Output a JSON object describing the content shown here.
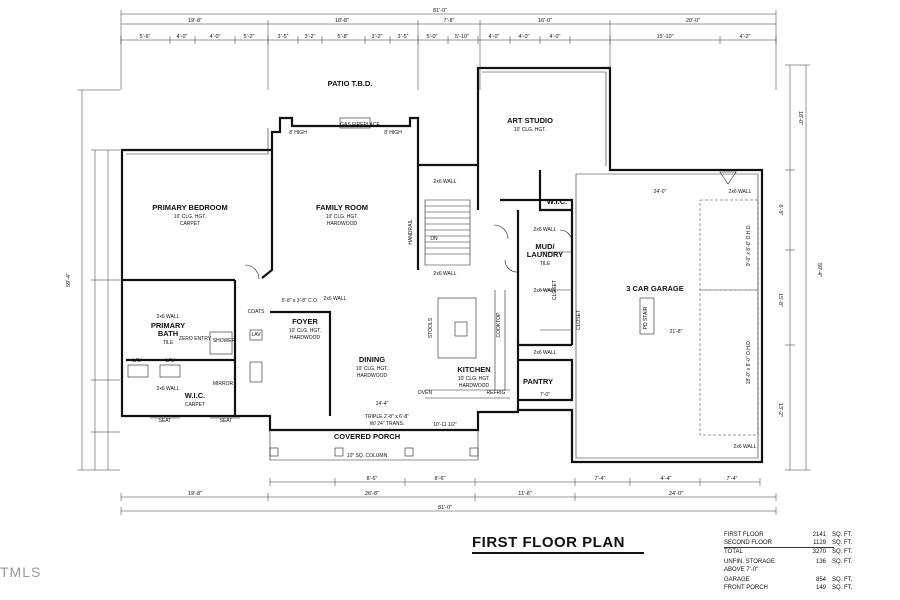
{
  "title": "FIRST FLOOR PLAN",
  "logo_text": "TMLS",
  "overall_dims": {
    "top": "81'-0\"",
    "bottom": "81'-0\"",
    "left": "59'-4\"",
    "right": "50'-4\""
  },
  "segment_dims": {
    "top_outer": [
      "19'-8\"",
      "18'-8\"",
      "7'-8\"",
      "16'-0\"",
      "20'-0\""
    ],
    "top_inner": [
      "5'-6\"",
      "4'-0\"",
      "4'-0\"",
      "5'-2\"",
      "3'-5\"",
      "3'-2\"",
      "5'-8\"",
      "3'-2\"",
      "3'-5\"",
      "5'-0\"",
      "5'-10\"",
      "4'-0\"",
      "4'-0\"",
      "4'-0\"",
      "15'-10\"",
      "4'-2\""
    ],
    "bottom_outer": [
      "19'-8\"",
      "26'-8\"",
      "11'-8\"",
      "24'-0\""
    ],
    "bottom_inner": [
      "8'-6\"",
      "8'-6\"",
      "7'-4\"",
      "4'-4\"",
      "7'-4\""
    ],
    "right": [
      "18'-0\"",
      "6'-9\"",
      "15'-8\"",
      "13'-2\""
    ]
  },
  "rooms": [
    {
      "name": "PATIO T.B.D.",
      "lines": []
    },
    {
      "name": "ART STUDIO",
      "lines": [
        "10' CLG. HGT."
      ]
    },
    {
      "name": "PRIMARY BEDROOM",
      "lines": [
        "10' CLG. HGT.",
        "CARPET"
      ]
    },
    {
      "name": "FAMILY ROOM",
      "lines": [
        "10' CLG. HGT.",
        "HARDWOOD"
      ]
    },
    {
      "name": "W.I.C.",
      "lines": []
    },
    {
      "name": "MUD/",
      "lines": [
        "LAUNDRY",
        "TILE"
      ]
    },
    {
      "name": "3 CAR GARAGE",
      "lines": []
    },
    {
      "name": "PRIMARY",
      "lines": [
        "BATH",
        "TILE"
      ]
    },
    {
      "name": "FOYER",
      "lines": [
        "10' CLG. HGT.",
        "HARDWOOD"
      ]
    },
    {
      "name": "DINING",
      "lines": [
        "10' CLG. HGT.",
        "HARDWOOD"
      ]
    },
    {
      "name": "KITCHEN",
      "lines": [
        "10' CLG. HGT.",
        "HARDWOOD"
      ]
    },
    {
      "name": "PANTRY",
      "lines": []
    },
    {
      "name": "W.I.C.",
      "lines": [
        "CARPET"
      ]
    },
    {
      "name": "COVERED PORCH",
      "lines": [
        "10\" SQ. COLUMN"
      ]
    }
  ],
  "annotations": {
    "wall_2x6": "2x6 WALL",
    "gas_fireplace": "GAS FIREPLACE",
    "hgt_8": "8' HIGH",
    "zero_entry": "ZERO ENTRY",
    "shower": "SHOWER",
    "coats": "COATS",
    "lav": "LAV",
    "seat": "SEAT",
    "mirror": "MIRROR",
    "oven": "OVEN",
    "refrig": "REFRIG",
    "cooktop": "COOKTOP",
    "stools": "STOOLS",
    "closet": "CLOSET",
    "pulldown_stair": "PD STAIR",
    "garage_door_1": "9'-0\" x 8'-0\" O.H.D.",
    "garage_door_2": "18'-0\" x 8'-0\" O.H.D.",
    "triple_window": "TRIPLE 2'-8\" x 6'-8\"",
    "transom": "W/ 24\" TRANS.",
    "handrail": "HANDRAIL",
    "dn": "DN",
    "dim_5_8": "5'-8\" x 3'-8\" C.O.",
    "dim_14_4": "14'-4\"",
    "dim_10_11": "10'-11 1/2\"",
    "dim_24_0": "24'-0\"",
    "dim_21_8": "21'-8\"",
    "dim_7_0": "7'-0\""
  },
  "area_summary": [
    {
      "label": "FIRST FLOOR",
      "value": "2141",
      "unit": "SQ. FT."
    },
    {
      "label": "SECOND FLOOR",
      "value": "1129",
      "unit": "SQ. FT."
    },
    {
      "label": "TOTAL",
      "value": "3270",
      "unit": "SQ. FT."
    },
    {
      "label": "UNFIN. STORAGE ABOVE 7'-0\"",
      "value": "136",
      "unit": "SQ. FT."
    },
    {
      "label": "GARAGE",
      "value": "854",
      "unit": "SQ. FT."
    },
    {
      "label": "FRONT PORCH",
      "value": "149",
      "unit": "SQ. FT."
    }
  ]
}
